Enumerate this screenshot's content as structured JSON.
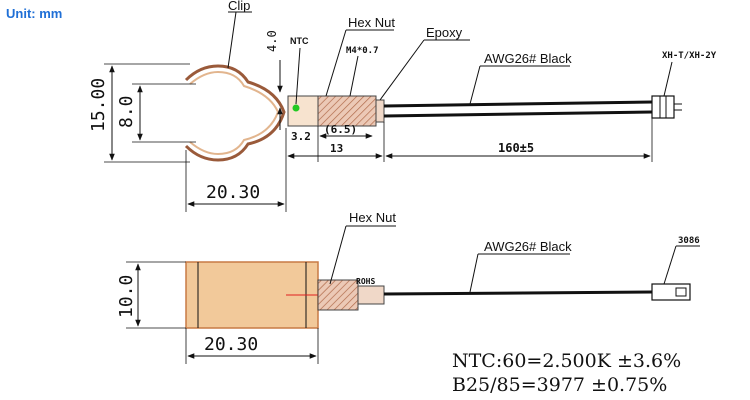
{
  "unit_label": "Unit: mm",
  "top_view": {
    "labels": {
      "clip": "Clip",
      "hex_nut": "Hex Nut",
      "epoxy": "Epoxy",
      "ntc": "NTC",
      "thread": "M4*0.7",
      "wire": "AWG26# Black",
      "connector": "XH-T/XH-2Y"
    },
    "dimensions": {
      "height_outer": "15.00",
      "height_inner": "8.0",
      "tip": "4.0",
      "width": "20.30",
      "offset": "3.2",
      "thread_len": "(6.5)",
      "nut_len": "13",
      "lead_len": "160±5"
    }
  },
  "side_view": {
    "labels": {
      "hex_nut": "Hex Nut",
      "wire": "AWG26# Black",
      "connector": "3086",
      "rohs": "ROHS"
    },
    "dimensions": {
      "height": "10.0",
      "width": "20.30"
    }
  },
  "specs": {
    "line1": "NTC:60=2.500K ±3.6%",
    "line2": "B25/85=3977 ±0.75%"
  },
  "colors": {
    "body_fill": "#f2c99a",
    "body_stroke": "#c87a45",
    "nut_fill": "#e8c2b0",
    "led": "#22c922",
    "centerline": "#e02020",
    "unit": "#1f6fd6"
  }
}
